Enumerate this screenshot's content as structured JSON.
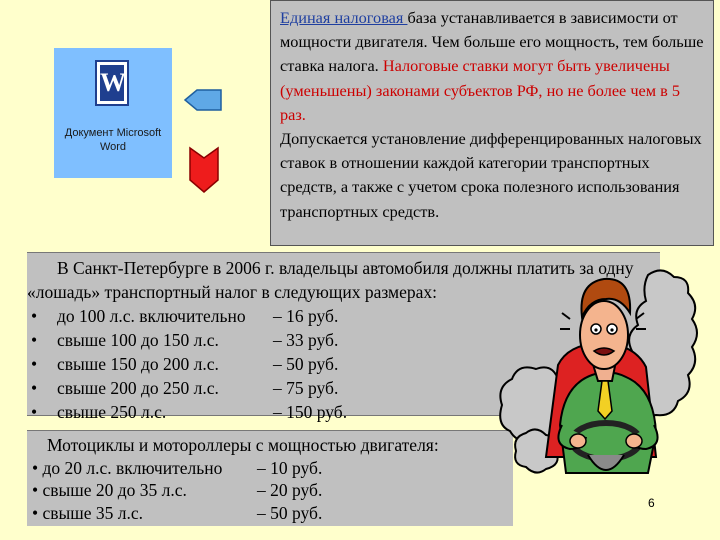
{
  "icon": {
    "label": "Документ Microsoft Word",
    "letter": "W"
  },
  "top_box": {
    "link_text": "Единая налоговая ",
    "text1": "база устанавливается в зависимости от мощности двигателя. Чем больше его мощность, тем больше ставка налога.",
    "text_red": "Налоговые ставки могут быть увеличены (уменьшены) законами субъектов РФ, но не более чем в 5 раз.",
    "text2": "Допускается установление дифференцированных налоговых ставок в отношении каждой категории транспортных средств, а также с учетом срока полезного использования транспортных средств."
  },
  "cars": {
    "intro": "В Санкт-Петербурге в 2006 г. владельцы автомобиля должны платить за одну «лошадь» транспортный налог в следующих размерах:",
    "rates": [
      {
        "range": "до 100 л.с. включительно",
        "price": "– 16 руб."
      },
      {
        "range": "свыше 100 до 150 л.с.",
        "price": "– 33 руб."
      },
      {
        "range": "свыше 150 до 200 л.с.",
        "price": "– 50 руб."
      },
      {
        "range": "свыше 200 до 250 л.с.",
        "price": "– 75 руб."
      },
      {
        "range": "свыше 250 л.с.",
        "price": "– 150 руб."
      }
    ]
  },
  "moto": {
    "title": "Мотоциклы и мотороллеры с мощностью двигателя:",
    "rates": [
      {
        "range": "• до 20 л.с. включительно",
        "price": "– 10 руб."
      },
      {
        "range": "• свыше 20 до 35 л.с.",
        "price": "– 20 руб."
      },
      {
        "range": "• свыше 35 л.с.",
        "price": "– 50 руб."
      }
    ]
  },
  "page_number": "6",
  "colors": {
    "background": "#ffffcc",
    "box": "#c0c0c0",
    "highlight": "#cc0000",
    "link": "#1f3fa0"
  }
}
